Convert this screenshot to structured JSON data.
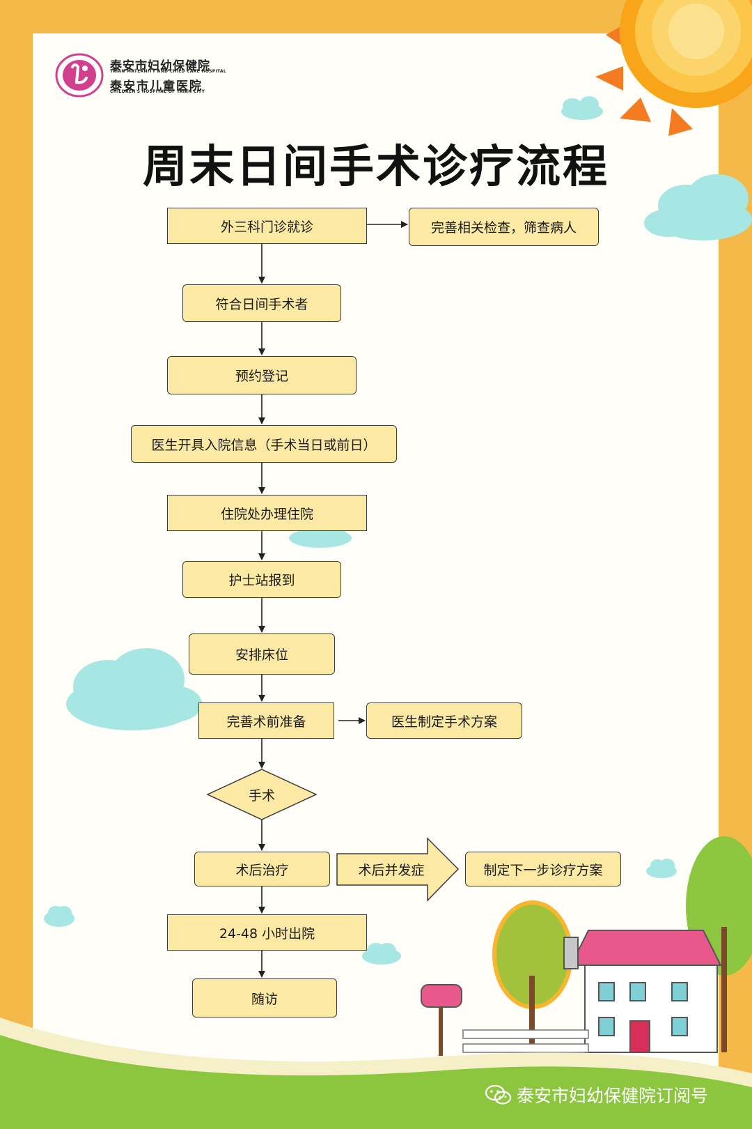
{
  "hospital": {
    "name_cn_1": "泰安市妇幼保健院",
    "name_en_1": "TAIAN MATERNITY AND CHILD CARE HOSPITAL",
    "name_cn_2": "泰安市儿童医院",
    "name_en_2": "CHILDREN'S HOSPITAL OF TAIAN CITY"
  },
  "title": "周末日间手术诊疗流程",
  "flow": {
    "step1": "外三科门诊就诊",
    "step1_side": "完善相关检查，筛查病人",
    "step2": "符合日间手术者",
    "step3": "预约登记",
    "step4": "医生开具入院信息（手术当日或前日）",
    "step5": "住院处办理住院",
    "step6": "护士站报到",
    "step7": "安排床位",
    "step8": "完善术前准备",
    "step8_side": "医生制定手术方案",
    "step9": "手术",
    "step10": "术后治疗",
    "step10_arrow": "术后并发症",
    "step10_side": "制定下一步诊疗方案",
    "step11": "24-48 小时出院",
    "step12": "随访"
  },
  "footer": {
    "wechat_account": "泰安市妇幼保健院订阅号"
  },
  "colors": {
    "frame": "#f5b94a",
    "box_fill": "#fce9a3",
    "cloud": "#a6e6e3",
    "grass": "#8cc63f"
  }
}
